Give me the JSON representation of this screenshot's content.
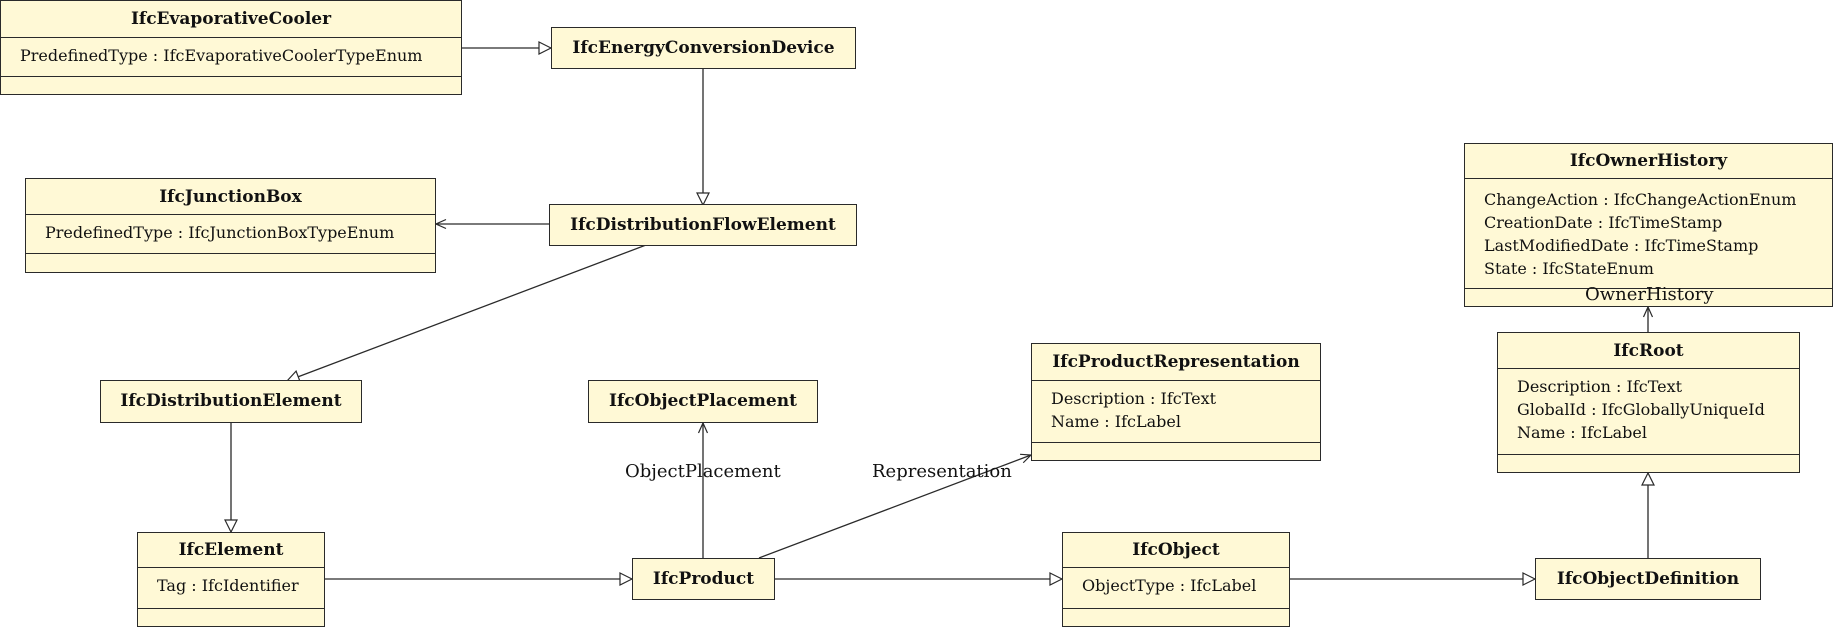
{
  "diagram": {
    "classes": {
      "evaporative_cooler": {
        "name": "IfcEvaporativeCooler",
        "attributes": [
          "PredefinedType : IfcEvaporativeCoolerTypeEnum"
        ]
      },
      "energy_conversion_device": {
        "name": "IfcEnergyConversionDevice"
      },
      "junction_box": {
        "name": "IfcJunctionBox",
        "attributes": [
          "PredefinedType : IfcJunctionBoxTypeEnum"
        ]
      },
      "distribution_flow_element": {
        "name": "IfcDistributionFlowElement"
      },
      "owner_history": {
        "name": "IfcOwnerHistory",
        "attributes": [
          "ChangeAction : IfcChangeActionEnum",
          "CreationDate : IfcTimeStamp",
          "LastModifiedDate : IfcTimeStamp",
          "State : IfcStateEnum"
        ]
      },
      "product_representation": {
        "name": "IfcProductRepresentation",
        "attributes": [
          "Description : IfcText",
          "Name : IfcLabel"
        ]
      },
      "root": {
        "name": "IfcRoot",
        "attributes": [
          "Description : IfcText",
          "GlobalId : IfcGloballyUniqueId",
          "Name : IfcLabel"
        ]
      },
      "distribution_element": {
        "name": "IfcDistributionElement"
      },
      "object_placement": {
        "name": "IfcObjectPlacement"
      },
      "element": {
        "name": "IfcElement",
        "attributes": [
          "Tag : IfcIdentifier"
        ]
      },
      "product": {
        "name": "IfcProduct"
      },
      "object": {
        "name": "IfcObject",
        "attributes": [
          "ObjectType : IfcLabel"
        ]
      },
      "object_definition": {
        "name": "IfcObjectDefinition"
      }
    },
    "roles": {
      "object_placement": "ObjectPlacement",
      "representation": "Representation",
      "owner_history": "OwnerHistory"
    },
    "relations": [
      {
        "from": "evaporative_cooler",
        "to": "energy_conversion_device",
        "kind": "generalization"
      },
      {
        "from": "energy_conversion_device",
        "to": "distribution_flow_element",
        "kind": "generalization"
      },
      {
        "from": "distribution_flow_element",
        "to": "junction_box",
        "kind": "association"
      },
      {
        "from": "distribution_flow_element",
        "to": "distribution_element",
        "kind": "generalization"
      },
      {
        "from": "distribution_element",
        "to": "element",
        "kind": "generalization"
      },
      {
        "from": "element",
        "to": "product",
        "kind": "generalization"
      },
      {
        "from": "product",
        "to": "object_placement",
        "kind": "association",
        "role": "ObjectPlacement"
      },
      {
        "from": "product",
        "to": "product_representation",
        "kind": "association",
        "role": "Representation"
      },
      {
        "from": "product",
        "to": "object",
        "kind": "generalization"
      },
      {
        "from": "object",
        "to": "object_definition",
        "kind": "generalization"
      },
      {
        "from": "object_definition",
        "to": "root",
        "kind": "generalization"
      },
      {
        "from": "root",
        "to": "owner_history",
        "kind": "association",
        "role": "OwnerHistory"
      }
    ],
    "colors": {
      "box_fill": "#fff9d6",
      "line": "#2a2a2a"
    }
  }
}
